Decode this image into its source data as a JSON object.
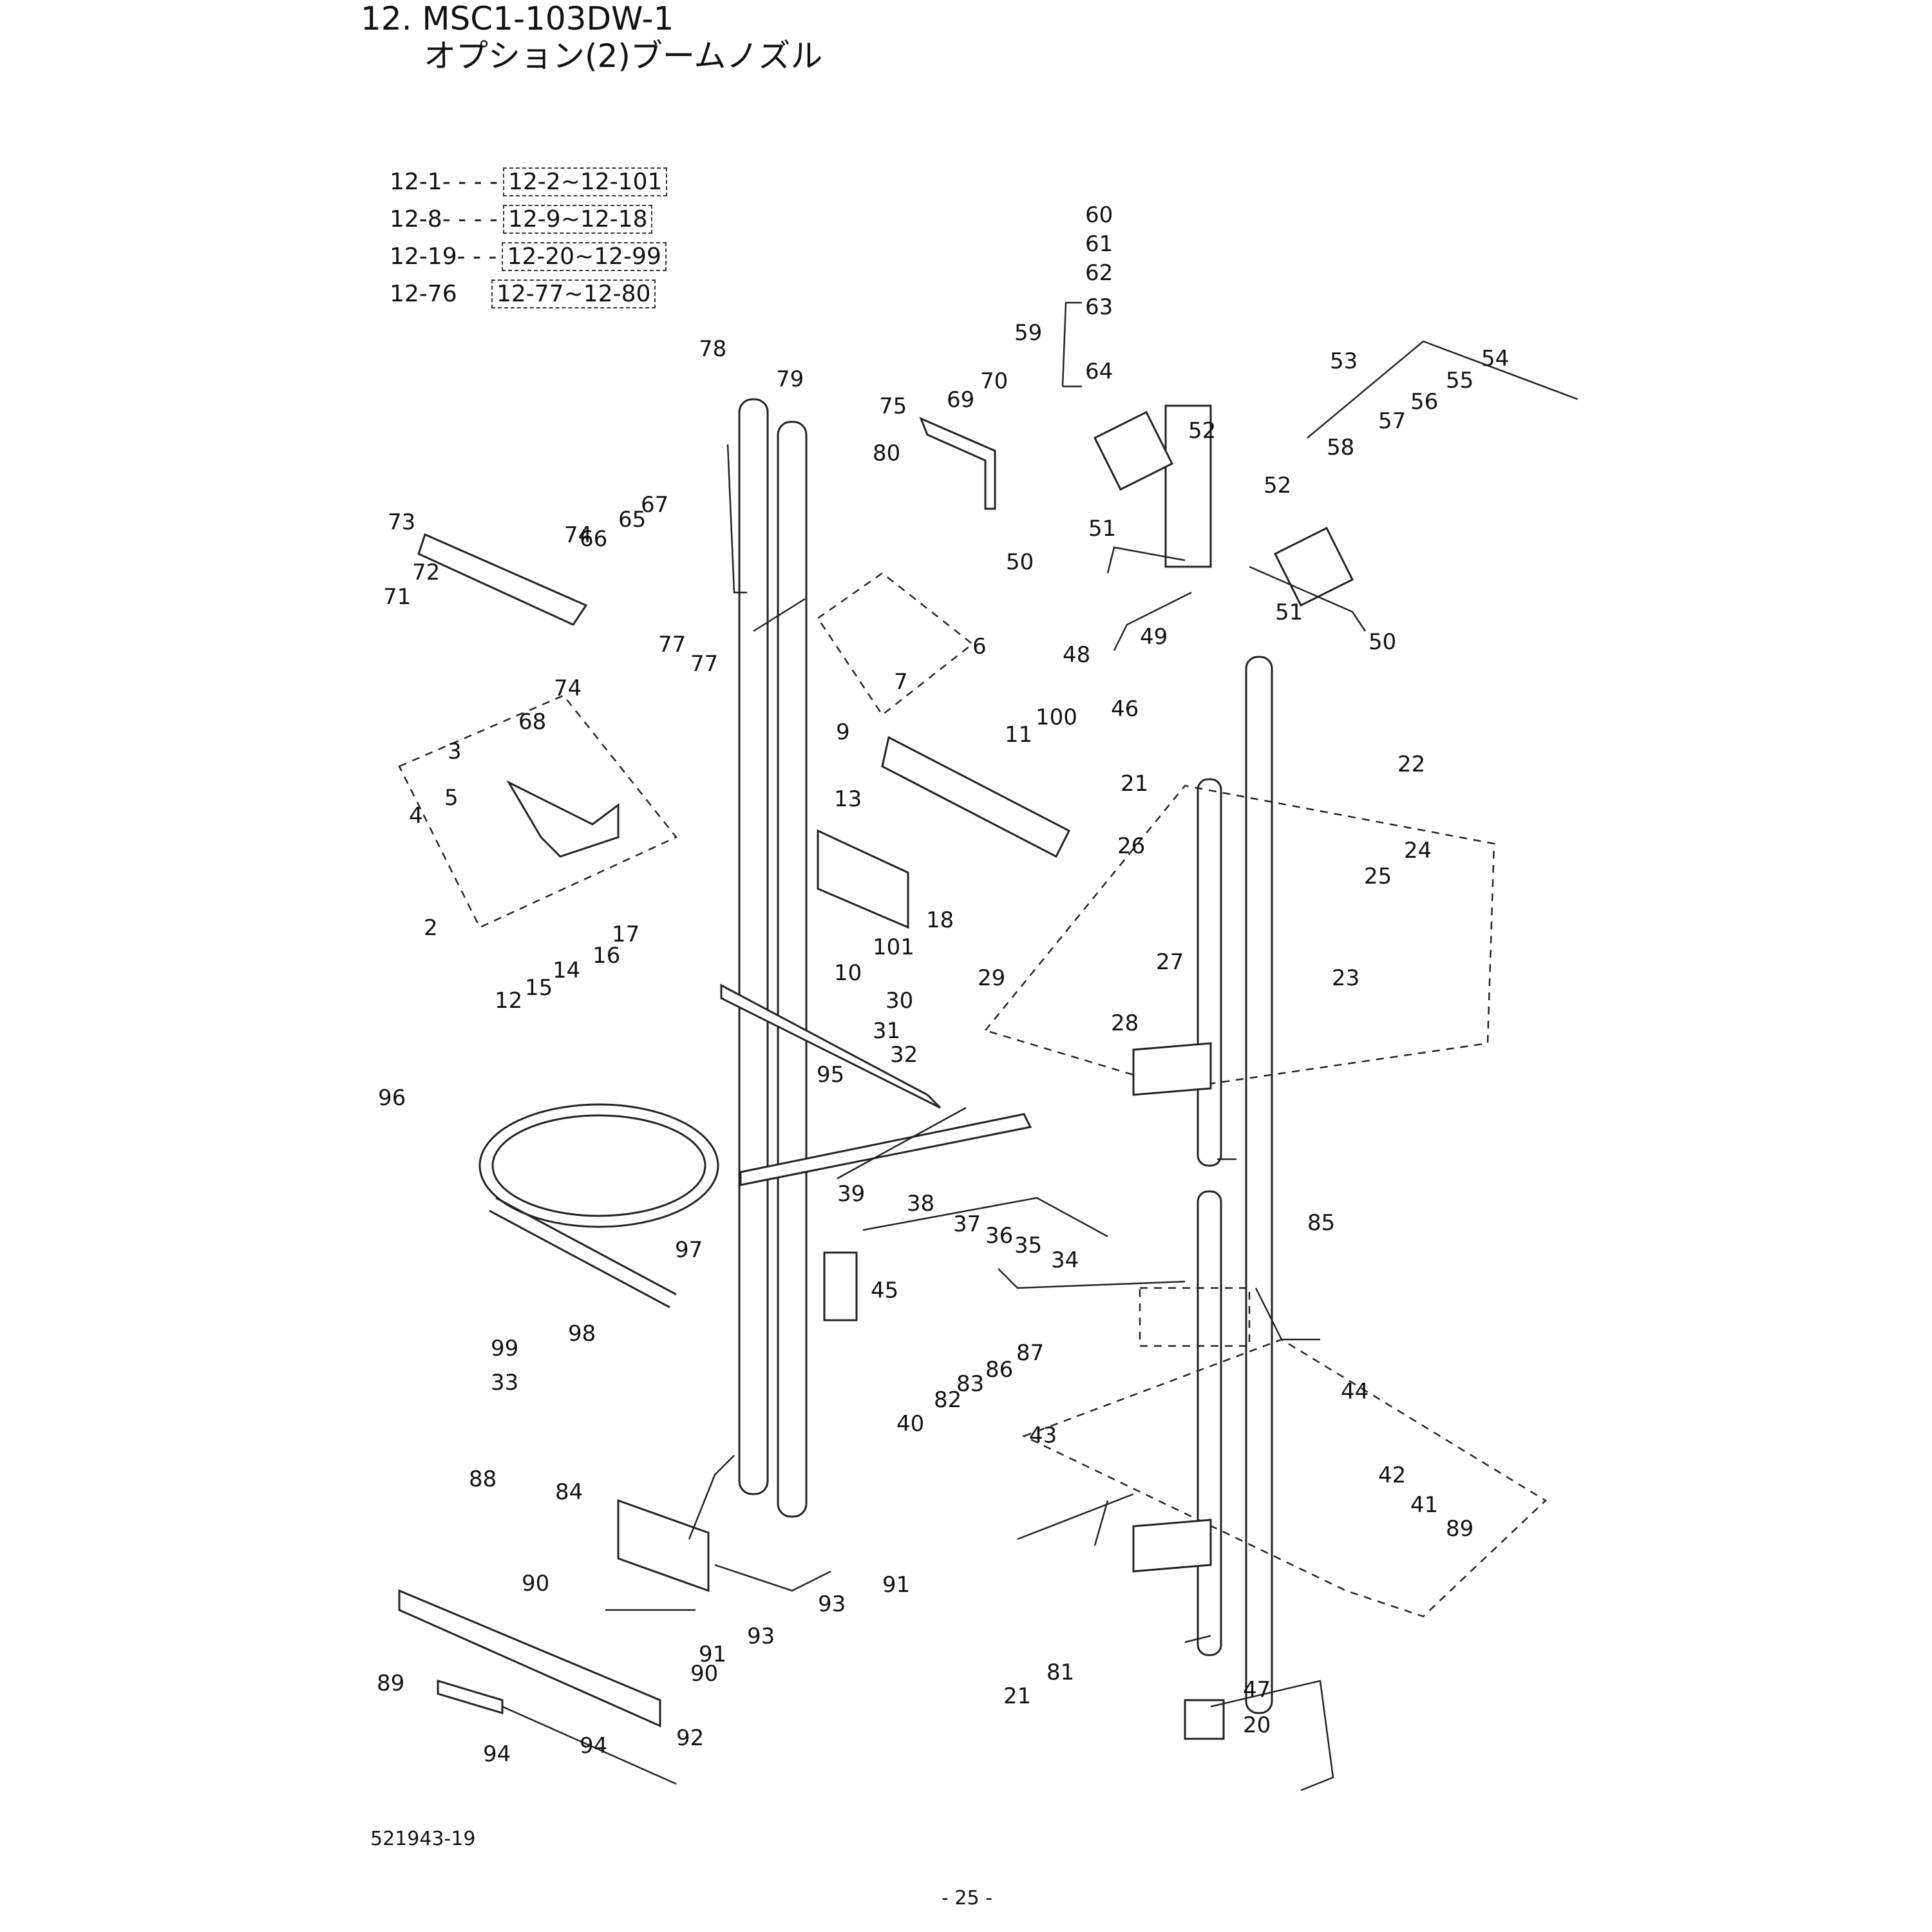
{
  "title": {
    "line1": "12. MSC1-103DW-1",
    "line2": "オプション(2)ブームノズル"
  },
  "references": [
    {
      "parent": "12-1",
      "sep": "- - - -",
      "range": "12-2~12-101"
    },
    {
      "parent": "12-8",
      "sep": "- - - -",
      "range": "12-9~12-18"
    },
    {
      "parent": "12-19",
      "sep": "- - -",
      "range": "12-20~12-99"
    },
    {
      "parent": "12-76",
      "sep": "",
      "range": "12-77~12-80"
    }
  ],
  "drawing_number": "521943-19",
  "page_number": "- 25 -",
  "callouts": [
    "60",
    "61",
    "62",
    "63",
    "59",
    "64",
    "52",
    "54",
    "53",
    "55",
    "56",
    "57",
    "58",
    "52",
    "51",
    "50",
    "51",
    "50",
    "48",
    "49",
    "46",
    "78",
    "79",
    "70",
    "69",
    "75",
    "80",
    "67",
    "65",
    "66",
    "74",
    "73",
    "72",
    "71",
    "74",
    "68",
    "77",
    "77",
    "6",
    "7",
    "9",
    "100",
    "11",
    "3",
    "5",
    "4",
    "2",
    "13",
    "18",
    "10",
    "101",
    "17",
    "16",
    "14",
    "15",
    "12",
    "21",
    "22",
    "26",
    "24",
    "25",
    "27",
    "23",
    "28",
    "29",
    "30",
    "31",
    "32",
    "95",
    "96",
    "97",
    "98",
    "99",
    "33",
    "39",
    "38",
    "37",
    "36",
    "35",
    "34",
    "45",
    "85",
    "87",
    "86",
    "83",
    "82",
    "40",
    "44",
    "43",
    "42",
    "41",
    "89",
    "88",
    "84",
    "90",
    "91",
    "93",
    "93",
    "91",
    "90",
    "89",
    "94",
    "81",
    "94",
    "92",
    "21",
    "47",
    "20"
  ],
  "colors": {
    "line": "#222222",
    "background": "#ffffff"
  }
}
